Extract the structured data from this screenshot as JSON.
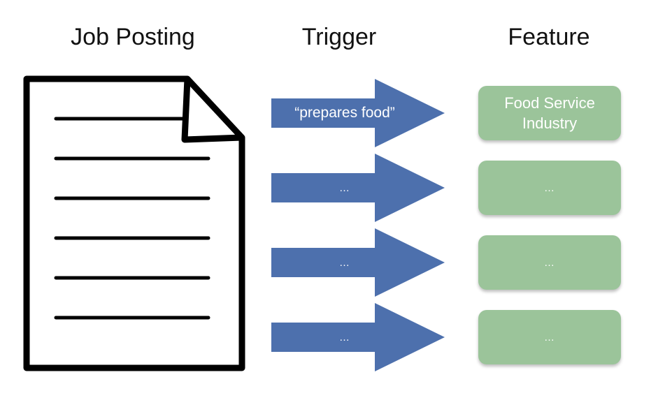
{
  "headers": {
    "job_posting": "Job Posting",
    "trigger": "Trigger",
    "feature": "Feature"
  },
  "rows": [
    {
      "trigger": "“prepares food”",
      "feature": "Food Service Industry"
    },
    {
      "trigger": "…",
      "feature": "…"
    },
    {
      "trigger": "…",
      "feature": "…"
    },
    {
      "trigger": "…",
      "feature": "…"
    }
  ],
  "colors": {
    "arrow": "#4d70ad",
    "feature_box": "#9bc49a",
    "document_stroke": "#000000"
  }
}
